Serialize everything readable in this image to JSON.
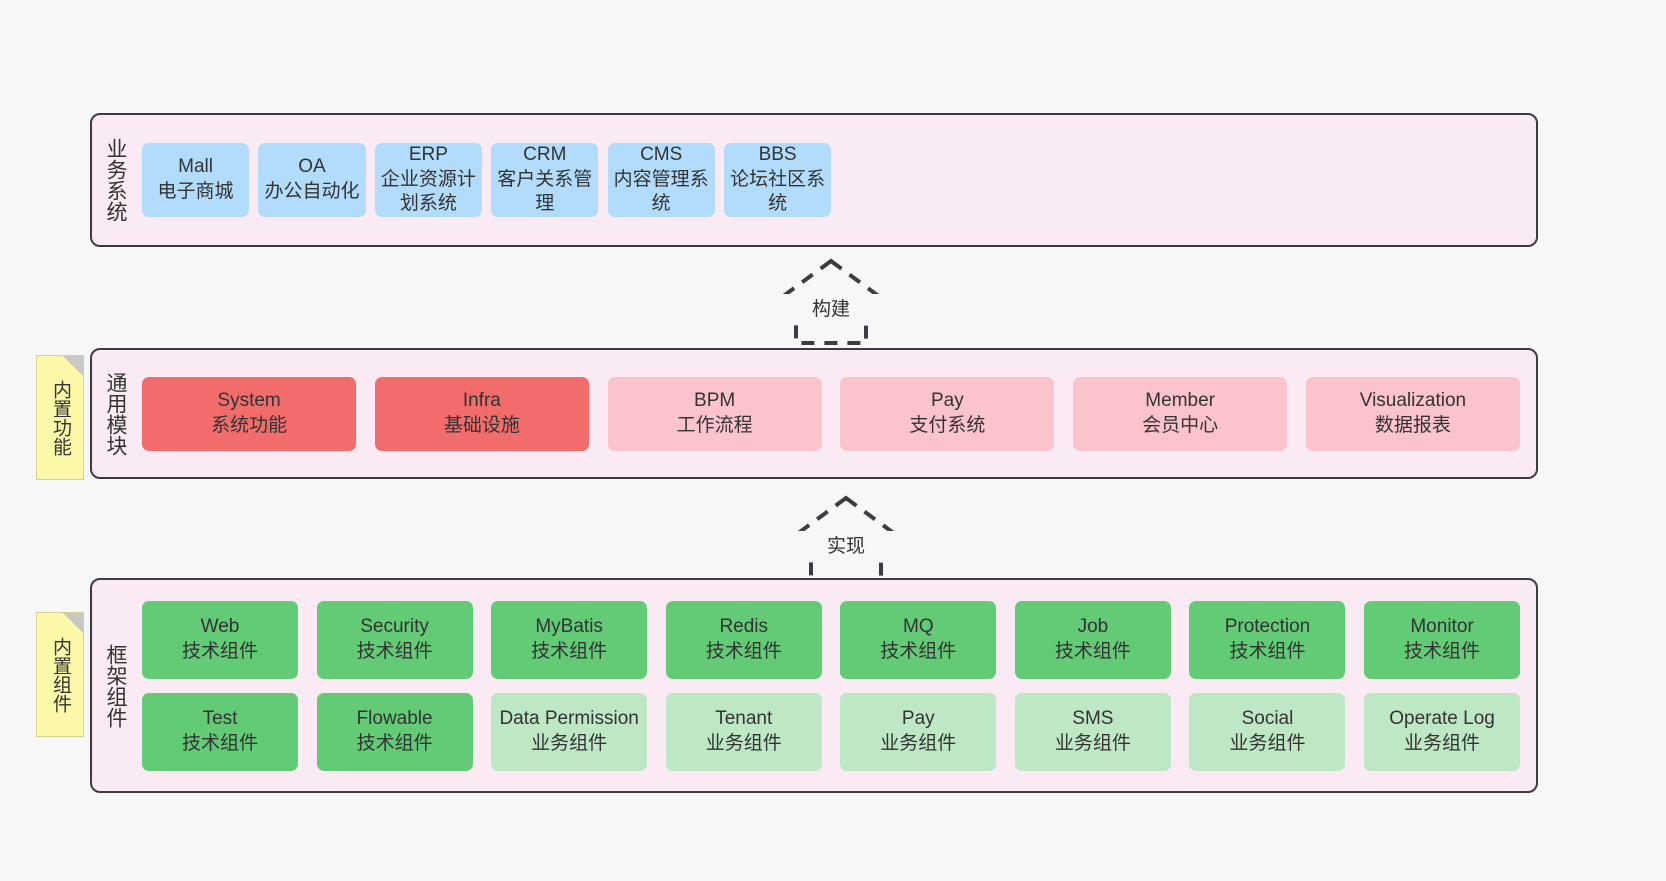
{
  "canvas": {
    "background": "#f7f7f7",
    "panel_background": "#f9eaf4",
    "panel_border": "#3c3c44"
  },
  "layers": [
    {
      "id": "business",
      "label": "业务系统",
      "rows": [
        {
          "cards": [
            {
              "title": "Mall",
              "subtitle": "电子商城",
              "color": "#b2dcfb",
              "variant": "c-blue"
            },
            {
              "title": "OA",
              "subtitle": "办公自动化",
              "color": "#b2dcfb",
              "variant": "c-blue"
            },
            {
              "title": "ERP",
              "subtitle": "企业资源计划系统",
              "color": "#b2dcfb",
              "variant": "c-blue"
            },
            {
              "title": "CRM",
              "subtitle": "客户关系管理",
              "color": "#b2dcfb",
              "variant": "c-blue"
            },
            {
              "title": "CMS",
              "subtitle": "内容管理系统",
              "color": "#b2dcfb",
              "variant": "c-blue"
            },
            {
              "title": "BBS",
              "subtitle": "论坛社区系统",
              "color": "#b2dcfb",
              "variant": "c-blue"
            }
          ]
        }
      ]
    },
    {
      "id": "common",
      "label": "通用模块",
      "rows": [
        {
          "cards": [
            {
              "title": "System",
              "subtitle": "系统功能",
              "color": "#f26c6c",
              "variant": "c-red"
            },
            {
              "title": "Infra",
              "subtitle": "基础设施",
              "color": "#f26c6c",
              "variant": "c-red"
            },
            {
              "title": "BPM",
              "subtitle": "工作流程",
              "color": "#fbc4cd",
              "variant": "c-pink"
            },
            {
              "title": "Pay",
              "subtitle": "支付系统",
              "color": "#fbc4cd",
              "variant": "c-pink"
            },
            {
              "title": "Member",
              "subtitle": "会员中心",
              "color": "#fbc4cd",
              "variant": "c-pink"
            },
            {
              "title": "Visualization",
              "subtitle": "数据报表",
              "color": "#fbc4cd",
              "variant": "c-pink"
            }
          ]
        }
      ]
    },
    {
      "id": "framework",
      "label": "框架组件",
      "rows": [
        {
          "cards": [
            {
              "title": "Web",
              "subtitle": "技术组件",
              "color": "#63ca76",
              "variant": "c-green"
            },
            {
              "title": "Security",
              "subtitle": "技术组件",
              "color": "#63ca76",
              "variant": "c-green"
            },
            {
              "title": "MyBatis",
              "subtitle": "技术组件",
              "color": "#63ca76",
              "variant": "c-green"
            },
            {
              "title": "Redis",
              "subtitle": "技术组件",
              "color": "#63ca76",
              "variant": "c-green"
            },
            {
              "title": "MQ",
              "subtitle": "技术组件",
              "color": "#63ca76",
              "variant": "c-green"
            },
            {
              "title": "Job",
              "subtitle": "技术组件",
              "color": "#63ca76",
              "variant": "c-green"
            },
            {
              "title": "Protection",
              "subtitle": "技术组件",
              "color": "#63ca76",
              "variant": "c-green"
            },
            {
              "title": "Monitor",
              "subtitle": "技术组件",
              "color": "#63ca76",
              "variant": "c-green"
            }
          ]
        },
        {
          "cards": [
            {
              "title": "Test",
              "subtitle": "技术组件",
              "color": "#63ca76",
              "variant": "c-green"
            },
            {
              "title": "Flowable",
              "subtitle": "技术组件",
              "color": "#63ca76",
              "variant": "c-green"
            },
            {
              "title": "Data Permission",
              "subtitle": "业务组件",
              "color": "#bee8c5",
              "variant": "c-lightgreen"
            },
            {
              "title": "Tenant",
              "subtitle": "业务组件",
              "color": "#bee8c5",
              "variant": "c-lightgreen"
            },
            {
              "title": "Pay",
              "subtitle": "业务组件",
              "color": "#bee8c5",
              "variant": "c-lightgreen"
            },
            {
              "title": "SMS",
              "subtitle": "业务组件",
              "color": "#bee8c5",
              "variant": "c-lightgreen"
            },
            {
              "title": "Social",
              "subtitle": "业务组件",
              "color": "#bee8c5",
              "variant": "c-lightgreen"
            },
            {
              "title": "Operate Log",
              "subtitle": "业务组件",
              "color": "#bee8c5",
              "variant": "c-lightgreen"
            }
          ]
        }
      ]
    }
  ],
  "notes": [
    {
      "id": "note-functions",
      "text": "内置功能",
      "color": "#fbf8a8"
    },
    {
      "id": "note-components",
      "text": "内置组件",
      "color": "#fbf8a8"
    }
  ],
  "arrows": [
    {
      "id": "arrow-build",
      "label": "构建",
      "style": "dashed-block-arrow-up",
      "stroke": "#3c3c44"
    },
    {
      "id": "arrow-impl",
      "label": "实现",
      "style": "dashed-block-arrow-up",
      "stroke": "#3c3c44"
    }
  ]
}
